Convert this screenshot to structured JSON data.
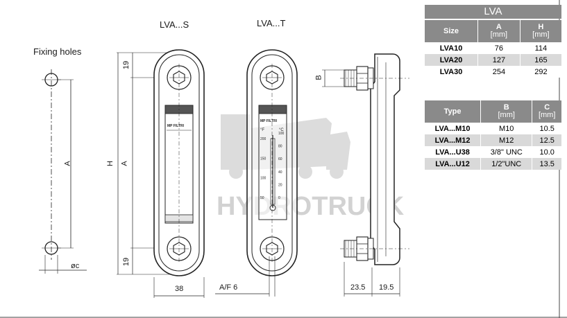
{
  "drawing": {
    "fixing_holes": "Fixing holes",
    "model_s": "LVA...S",
    "model_t": "LVA...T",
    "dim_19": "19",
    "dim_a": "A",
    "dim_h": "H",
    "dim_b": "B",
    "dim_c": "øc",
    "dim_38": "38",
    "dim_af": "A/F 6",
    "dim_23_5": "23.5",
    "dim_19_5": "19.5",
    "watermark": "HYDROTRUCK",
    "thermo_unit_f": "°F",
    "thermo_unit_c": "°C",
    "thermo_f_ticks": [
      "200",
      "150",
      "100",
      "50"
    ],
    "thermo_c_ticks": [
      "100",
      "80",
      "60",
      "40",
      "20",
      "0"
    ]
  },
  "table_lva": {
    "caption": "LVA",
    "headers": [
      {
        "name": "Size",
        "unit": ""
      },
      {
        "name": "A",
        "unit": "[mm]"
      },
      {
        "name": "H",
        "unit": "[mm]"
      }
    ],
    "rows": [
      [
        "LVA10",
        "76",
        "114"
      ],
      [
        "LVA20",
        "127",
        "165"
      ],
      [
        "LVA30",
        "254",
        "292"
      ]
    ]
  },
  "table_type": {
    "headers": [
      {
        "name": "Type",
        "unit": ""
      },
      {
        "name": "B",
        "unit": "[mm]"
      },
      {
        "name": "C",
        "unit": "[mm]"
      }
    ],
    "rows": [
      [
        "LVA...M10",
        "M10",
        "10.5"
      ],
      [
        "LVA...M12",
        "M12",
        "12.5"
      ],
      [
        "LVA...U38",
        "3/8\" UNC",
        "10.0"
      ],
      [
        "LVA...U12",
        "1/2\"UNC",
        "13.5"
      ]
    ]
  }
}
